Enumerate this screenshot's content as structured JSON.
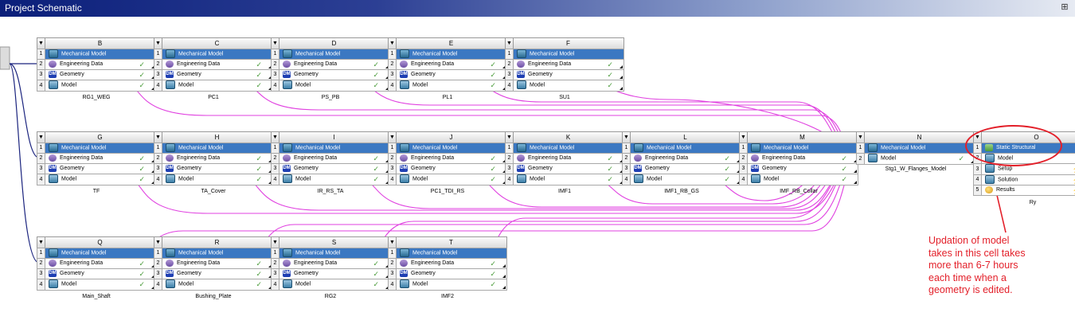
{
  "window": {
    "title": "Project Schematic"
  },
  "systems": [
    {
      "letter": "B",
      "label": "RG1_WEG",
      "rows": [
        {
          "n": "1",
          "text": "Mechanical Model",
          "icon": "mech",
          "status": ""
        },
        {
          "n": "2",
          "text": "Engineering Data",
          "icon": "eng",
          "status": "✓"
        },
        {
          "n": "3",
          "text": "Geometry",
          "icon": "geo",
          "status": "✓"
        },
        {
          "n": "4",
          "text": "Model",
          "icon": "mdl",
          "status": "✓"
        }
      ]
    },
    {
      "letter": "C",
      "label": "PC1",
      "rows": [
        {
          "n": "1",
          "text": "Mechanical Model",
          "icon": "mech",
          "status": ""
        },
        {
          "n": "2",
          "text": "Engineering Data",
          "icon": "eng",
          "status": "✓"
        },
        {
          "n": "3",
          "text": "Geometry",
          "icon": "geo",
          "status": "✓"
        },
        {
          "n": "4",
          "text": "Model",
          "icon": "mdl",
          "status": "✓"
        }
      ]
    },
    {
      "letter": "D",
      "label": "PS_PB",
      "rows": [
        {
          "n": "1",
          "text": "Mechanical Model",
          "icon": "mech",
          "status": ""
        },
        {
          "n": "2",
          "text": "Engineering Data",
          "icon": "eng",
          "status": "✓"
        },
        {
          "n": "3",
          "text": "Geometry",
          "icon": "geo",
          "status": "✓"
        },
        {
          "n": "4",
          "text": "Model",
          "icon": "mdl",
          "status": "✓"
        }
      ]
    },
    {
      "letter": "E",
      "label": "PL1",
      "rows": [
        {
          "n": "1",
          "text": "Mechanical Model",
          "icon": "mech",
          "status": ""
        },
        {
          "n": "2",
          "text": "Engineering Data",
          "icon": "eng",
          "status": "✓"
        },
        {
          "n": "3",
          "text": "Geometry",
          "icon": "geo",
          "status": "✓"
        },
        {
          "n": "4",
          "text": "Model",
          "icon": "mdl",
          "status": "✓"
        }
      ]
    },
    {
      "letter": "F",
      "label": "SU1",
      "rows": [
        {
          "n": "1",
          "text": "Mechanical Model",
          "icon": "mech",
          "status": ""
        },
        {
          "n": "2",
          "text": "Engineering Data",
          "icon": "eng",
          "status": "✓"
        },
        {
          "n": "3",
          "text": "Geometry",
          "icon": "geo",
          "status": "✓"
        },
        {
          "n": "4",
          "text": "Model",
          "icon": "mdl",
          "status": "✓"
        }
      ]
    },
    {
      "letter": "G",
      "label": "TF",
      "rows": [
        {
          "n": "1",
          "text": "Mechanical Model",
          "icon": "mech",
          "status": ""
        },
        {
          "n": "2",
          "text": "Engineering Data",
          "icon": "eng",
          "status": "✓"
        },
        {
          "n": "3",
          "text": "Geometry",
          "icon": "geo",
          "status": "✓"
        },
        {
          "n": "4",
          "text": "Model",
          "icon": "mdl",
          "status": "✓"
        }
      ]
    },
    {
      "letter": "H",
      "label": "TA_Cover",
      "rows": [
        {
          "n": "1",
          "text": "Mechanical Model",
          "icon": "mech",
          "status": ""
        },
        {
          "n": "2",
          "text": "Engineering Data",
          "icon": "eng",
          "status": "✓"
        },
        {
          "n": "3",
          "text": "Geometry",
          "icon": "geo",
          "status": "✓"
        },
        {
          "n": "4",
          "text": "Model",
          "icon": "mdl",
          "status": "✓"
        }
      ]
    },
    {
      "letter": "I",
      "label": "IR_RS_TA",
      "rows": [
        {
          "n": "1",
          "text": "Mechanical Model",
          "icon": "mech",
          "status": ""
        },
        {
          "n": "2",
          "text": "Engineering Data",
          "icon": "eng",
          "status": "✓"
        },
        {
          "n": "3",
          "text": "Geometry",
          "icon": "geo",
          "status": "✓"
        },
        {
          "n": "4",
          "text": "Model",
          "icon": "mdl",
          "status": "✓"
        }
      ]
    },
    {
      "letter": "J",
      "label": "PC1_TDI_RS",
      "rows": [
        {
          "n": "1",
          "text": "Mechanical Model",
          "icon": "mech",
          "status": ""
        },
        {
          "n": "2",
          "text": "Engineering Data",
          "icon": "eng",
          "status": "✓"
        },
        {
          "n": "3",
          "text": "Geometry",
          "icon": "geo",
          "status": "✓"
        },
        {
          "n": "4",
          "text": "Model",
          "icon": "mdl",
          "status": "✓"
        }
      ]
    },
    {
      "letter": "K",
      "label": "IMF1",
      "rows": [
        {
          "n": "1",
          "text": "Mechanical Model",
          "icon": "mech",
          "status": ""
        },
        {
          "n": "2",
          "text": "Engineering Data",
          "icon": "eng",
          "status": "✓"
        },
        {
          "n": "3",
          "text": "Geometry",
          "icon": "geo",
          "status": "✓"
        },
        {
          "n": "4",
          "text": "Model",
          "icon": "mdl",
          "status": "✓"
        }
      ]
    },
    {
      "letter": "L",
      "label": "IMF1_RB_GS",
      "rows": [
        {
          "n": "1",
          "text": "Mechanical Model",
          "icon": "mech",
          "status": ""
        },
        {
          "n": "2",
          "text": "Engineering Data",
          "icon": "eng",
          "status": "✓"
        },
        {
          "n": "3",
          "text": "Geometry",
          "icon": "geo",
          "status": "✓"
        },
        {
          "n": "4",
          "text": "Model",
          "icon": "mdl",
          "status": "✓"
        }
      ]
    },
    {
      "letter": "M",
      "label": "IMF_RB_Collar",
      "rows": [
        {
          "n": "1",
          "text": "Mechanical Model",
          "icon": "mech",
          "status": ""
        },
        {
          "n": "2",
          "text": "Engineering Data",
          "icon": "eng",
          "status": "✓"
        },
        {
          "n": "3",
          "text": "Geometry",
          "icon": "geo",
          "status": "✓"
        },
        {
          "n": "4",
          "text": "Model",
          "icon": "mdl",
          "status": "✓"
        }
      ]
    },
    {
      "letter": "N",
      "label": "Stg1_W_Flanges_Model",
      "rows": [
        {
          "n": "1",
          "text": "Mechanical Model",
          "icon": "mech",
          "status": ""
        },
        {
          "n": "2",
          "text": "Model",
          "icon": "mdl",
          "status": "✓"
        }
      ]
    },
    {
      "letter": "O",
      "label": "Ry",
      "rows": [
        {
          "n": "1",
          "text": "Static Structural",
          "icon": "stat",
          "status": ""
        },
        {
          "n": "2",
          "text": "Model",
          "icon": "mdl",
          "status": "✓"
        },
        {
          "n": "3",
          "text": "Setup",
          "icon": "mdl",
          "status": "⚡"
        },
        {
          "n": "4",
          "text": "Solution",
          "icon": "mdl",
          "status": "⚡"
        },
        {
          "n": "5",
          "text": "Results",
          "icon": "res",
          "status": "⚡"
        }
      ]
    },
    {
      "letter": "Q",
      "label": "Main_Shaft",
      "rows": [
        {
          "n": "1",
          "text": "Mechanical Model",
          "icon": "mech",
          "status": ""
        },
        {
          "n": "2",
          "text": "Engineering Data",
          "icon": "eng",
          "status": "✓"
        },
        {
          "n": "3",
          "text": "Geometry",
          "icon": "geo",
          "status": "✓"
        },
        {
          "n": "4",
          "text": "Model",
          "icon": "mdl",
          "status": "✓"
        }
      ]
    },
    {
      "letter": "R",
      "label": "Bushing_Plate",
      "rows": [
        {
          "n": "1",
          "text": "Mechanical Model",
          "icon": "mech",
          "status": ""
        },
        {
          "n": "2",
          "text": "Engineering Data",
          "icon": "eng",
          "status": "✓"
        },
        {
          "n": "3",
          "text": "Geometry",
          "icon": "geo",
          "status": "✓"
        },
        {
          "n": "4",
          "text": "Model",
          "icon": "mdl",
          "status": "✓"
        }
      ]
    },
    {
      "letter": "S",
      "label": "RG2",
      "rows": [
        {
          "n": "1",
          "text": "Mechanical Model",
          "icon": "mech",
          "status": ""
        },
        {
          "n": "2",
          "text": "Engineering Data",
          "icon": "eng",
          "status": "✓"
        },
        {
          "n": "3",
          "text": "Geometry",
          "icon": "geo",
          "status": "✓"
        },
        {
          "n": "4",
          "text": "Model",
          "icon": "mdl",
          "status": "✓"
        }
      ]
    },
    {
      "letter": "T",
      "label": "IMF2",
      "rows": [
        {
          "n": "1",
          "text": "Mechanical Model",
          "icon": "mech",
          "status": ""
        },
        {
          "n": "2",
          "text": "Engineering Data",
          "icon": "eng",
          "status": "✓"
        },
        {
          "n": "3",
          "text": "Geometry",
          "icon": "geo",
          "status": "✓"
        },
        {
          "n": "4",
          "text": "Model",
          "icon": "mdl",
          "status": "✓"
        }
      ]
    }
  ],
  "annotation": {
    "lines": [
      "Updation of model",
      "takes in this cell takes",
      "more than 6-7 hours",
      "each time when a",
      "geometry is edited."
    ],
    "color": "#e3202a"
  },
  "colors": {
    "header_cell": "#3b78c2",
    "wire_model": "#e040e0",
    "wire_eng": "#1a237e"
  }
}
